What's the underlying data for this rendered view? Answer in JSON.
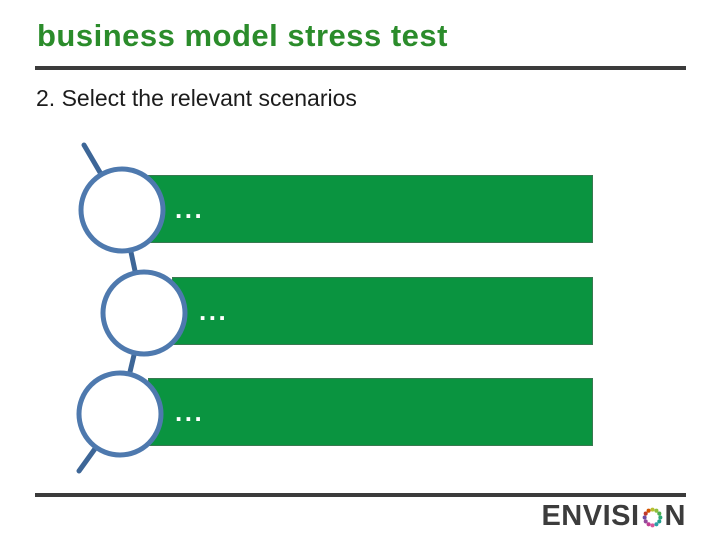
{
  "slide": {
    "title": "business model stress test",
    "subtitle": "2. Select the relevant scenarios"
  },
  "diagram": {
    "items": [
      {
        "label": "..."
      },
      {
        "label": "..."
      },
      {
        "label": "..."
      }
    ]
  },
  "footer": {
    "logo_prefix": "ENVISI",
    "logo_suffix": "N",
    "swirl_colors": [
      "#b9bf30",
      "#8cbf3c",
      "#4caf50",
      "#2aa876",
      "#1f9e8e",
      "#2b9fa8",
      "#d9569a",
      "#c13c92",
      "#93499c",
      "#6f4da2",
      "#c0392b",
      "#d35400"
    ]
  },
  "colors": {
    "title_green": "#2b8c2b",
    "subtitle_dark": "#1c1c1c",
    "rule_dark": "#3b3b3b",
    "bar_green": "#0a9440",
    "bar_border": "#387950",
    "bar_text": "#ffffff",
    "circle_blue": "#4e79ae",
    "line_blue": "#3d6697",
    "logo_dark": "#3c3c3c"
  }
}
